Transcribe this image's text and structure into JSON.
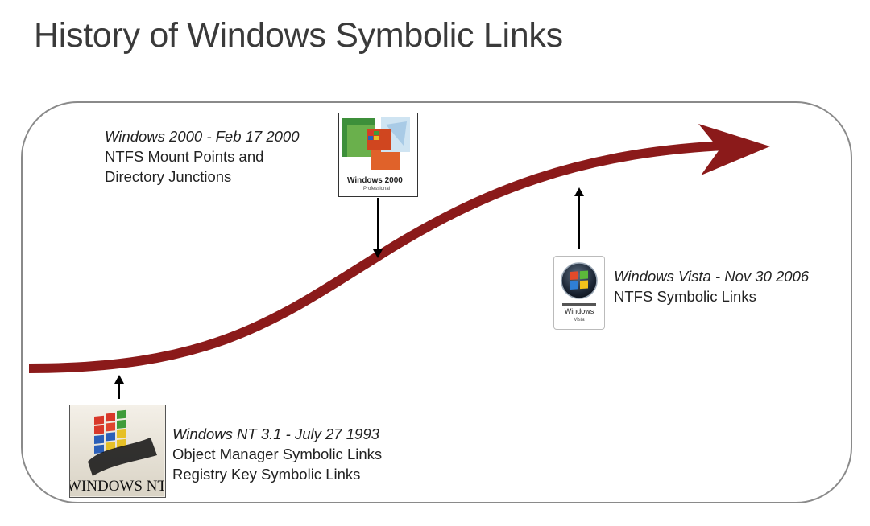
{
  "title": "History of Windows Symbolic Links",
  "colors": {
    "arrow": "#8B1A1A",
    "frame": "#8a8a8a",
    "connector": "#000000",
    "title": "#3a3a3a"
  },
  "milestones": [
    {
      "id": "nt31",
      "heading": "Windows NT 3.1 - July 27 1993",
      "lines": [
        "Object Manager Symbolic Links",
        "Registry Key Symbolic Links"
      ],
      "logo_text": "WINDOWS NT"
    },
    {
      "id": "w2000",
      "heading": "Windows 2000 - Feb 17 2000",
      "lines": [
        "NTFS Mount Points and",
        "Directory Junctions"
      ],
      "logo_text": "Windows 2000",
      "logo_subtext": "Professional"
    },
    {
      "id": "vista",
      "heading": "Windows Vista - Nov 30 2006",
      "lines": [
        "NTFS Symbolic Links"
      ],
      "logo_text": "Windows",
      "logo_subtext": "Vista"
    }
  ]
}
